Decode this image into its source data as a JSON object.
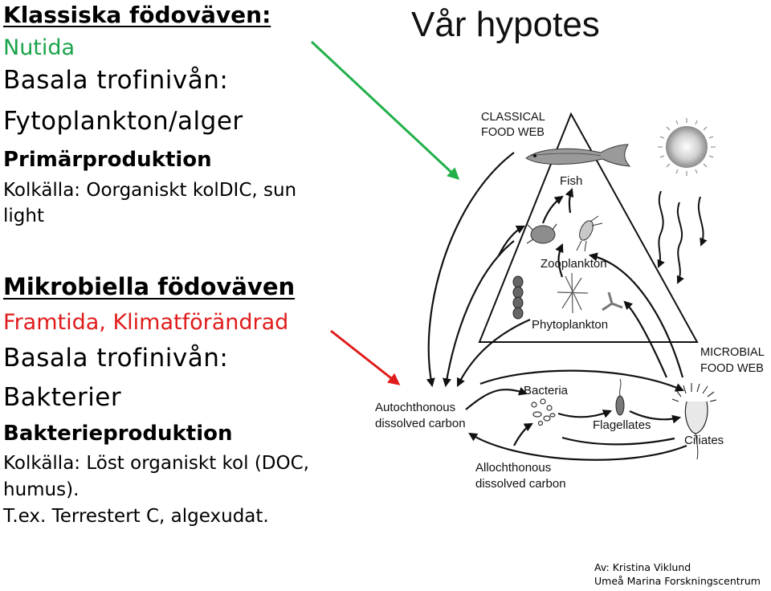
{
  "left": {
    "classic_title": "Klassiska födoväven:",
    "classic_era": "Nutida",
    "classic_level_label": "Basala trofinivån:",
    "classic_level_value": "Fytoplankton/alger",
    "classic_production": "Primärproduktion",
    "classic_carbon_line1": "Kolkälla: Oorganiskt kolDIC, sun",
    "classic_carbon_line2": "light",
    "microbial_title": "Mikrobiella födoväven",
    "microbial_era": "Framtida, Klimatförändrad",
    "microbial_level_label": "Basala trofinivån:",
    "microbial_level_value": "Bakterier",
    "microbial_production": "Bakterieproduktion",
    "microbial_carbon_line1": "Kolkälla: Löst organiskt kol (DOC,",
    "microbial_carbon_line2": "humus).",
    "microbial_example": "T.ex. Terrestert C, algexudat."
  },
  "hypothesis_title": "Vår hypotes",
  "diagram": {
    "classical_label_1": "CLASSICAL",
    "classical_label_2": "FOOD WEB",
    "microbial_label_1": "MICROBIAL",
    "microbial_label_2": "FOOD WEB",
    "fish": "Fish",
    "zooplankton": "Zooplankton",
    "phytoplankton": "Phytoplankton",
    "bacteria": "Bacteria",
    "flagellates": "Flagellates",
    "ciliates": "Ciliates",
    "autochthonous_1": "Autochthonous",
    "autochthonous_2": "dissolved carbon",
    "allochthonous_1": "Allochthonous",
    "allochthonous_2": "dissolved carbon"
  },
  "credit": {
    "line1": "Av:  Kristina Viklund",
    "line2": "Umeå Marina Forskningscentrum"
  },
  "colors": {
    "green_arrow": "#22b04a",
    "red_arrow": "#e01b1b",
    "green_text": "#1aa34a",
    "red_text": "#e01b1b"
  }
}
